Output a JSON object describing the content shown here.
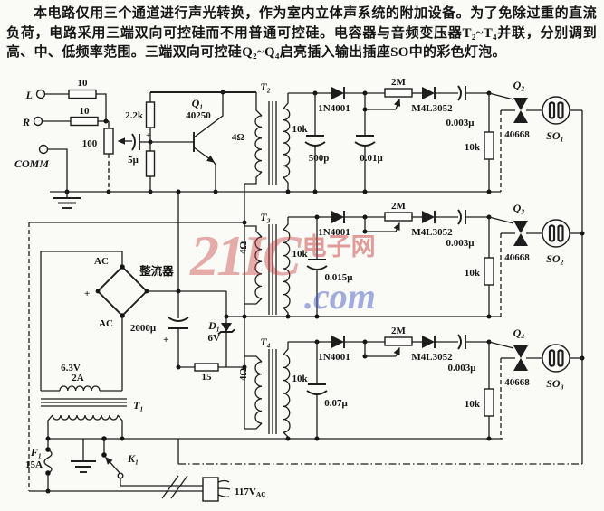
{
  "page": {
    "background": "#fafaf7"
  },
  "description": {
    "text": "本电路仅用三个通道进行声光转换，作为室内立体声系统的附加设备。为了免除过重的直流负荷，电路采用三端双向可控硅而不用普通可控硅。电容器与音频变压器T₂~T₄并联，分别调到高、中、低频率范围。三端双向可控硅Q₂~Q₄启亮插入输出插座SO中的彩色灯泡。"
  },
  "watermark": {
    "part1": "21IC",
    "part2": "电子网",
    "part3": ".com",
    "red": "#c73e3e",
    "blue": "#485cc4"
  },
  "input": {
    "l": "L",
    "r": "R",
    "comm": "COMM",
    "r_l": "10",
    "r_r": "10",
    "pot": "100",
    "r_bias": "2.2k",
    "cap": "5μ",
    "plus": "+",
    "q": "Q₁",
    "q_part": "40250"
  },
  "channels": [
    {
      "t": "T₂",
      "prim": "4Ω",
      "sec": "10k",
      "d1": "1N4001",
      "c1": "500p",
      "c2": "0.01μ",
      "pot": "2M",
      "d2": "M4L3052",
      "cc": "0.003μ",
      "rg": "10k",
      "q": "Q₂",
      "q_part": "40668",
      "so": "SO₁"
    },
    {
      "t": "T₃",
      "prim": "4Ω",
      "sec": "10k",
      "d1": "1N4001",
      "c1": "0.015μ",
      "pot": "2M",
      "d2": "M4L3052",
      "cc": "0.003μ",
      "rg": "10k",
      "q": "Q₃",
      "q_part": "40668",
      "so": "SO₂"
    },
    {
      "t": "T₄",
      "prim": "4Ω",
      "sec": "10k",
      "d1": "1N4001",
      "c1": "0.07μ",
      "pot": "2M",
      "d2": "M4L3052",
      "cc": "0.003μ",
      "rg": "10k",
      "q": "Q₄",
      "q_part": "40668",
      "so": "SO₃"
    }
  ],
  "power": {
    "rectifier": "整流器",
    "ac_top": "AC",
    "ac_bottom": "AC",
    "plus": "+",
    "filter_cap": "2000μ",
    "cap_plus": "+",
    "zener": "D₁",
    "zener_v": "6V",
    "r_series": "15",
    "sec_v": "6.3V",
    "sec_a": "2A",
    "t": "T₁",
    "fuse": "F₁",
    "fuse_a": "15A",
    "switch": "K₁",
    "mains": "117V",
    "mains_unit": "AC"
  }
}
